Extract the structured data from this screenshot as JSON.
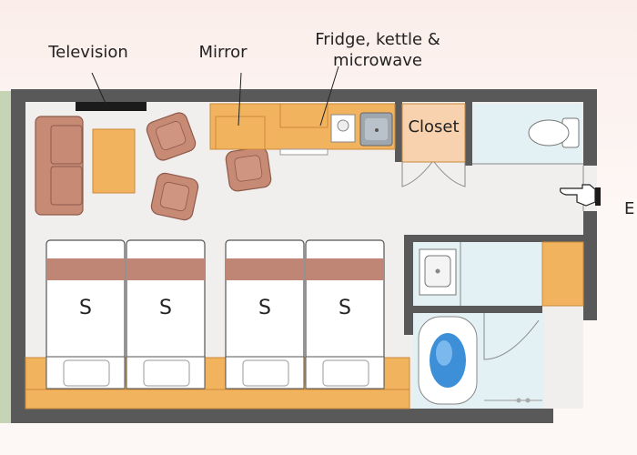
{
  "labels": {
    "television": "Television",
    "mirror": "Mirror",
    "fridge_line1": "Fridge, kettle &",
    "fridge_line2": "microwave",
    "closet": "Closet",
    "entrance": "E"
  },
  "beds": [
    {
      "label": "S"
    },
    {
      "label": "S"
    },
    {
      "label": "S"
    },
    {
      "label": "S"
    }
  ],
  "colors": {
    "wall": "#595959",
    "floor": "#f1efee",
    "wood": "#f2b35f",
    "woodEdge": "#c98a3a",
    "sofa": "#c68a75",
    "sofaEdge": "#8d5a4a",
    "bedStripe": "#c08675",
    "bath": "#e3f1f4",
    "tub": "#3d8fd8",
    "grass": "#c5d4b5"
  }
}
